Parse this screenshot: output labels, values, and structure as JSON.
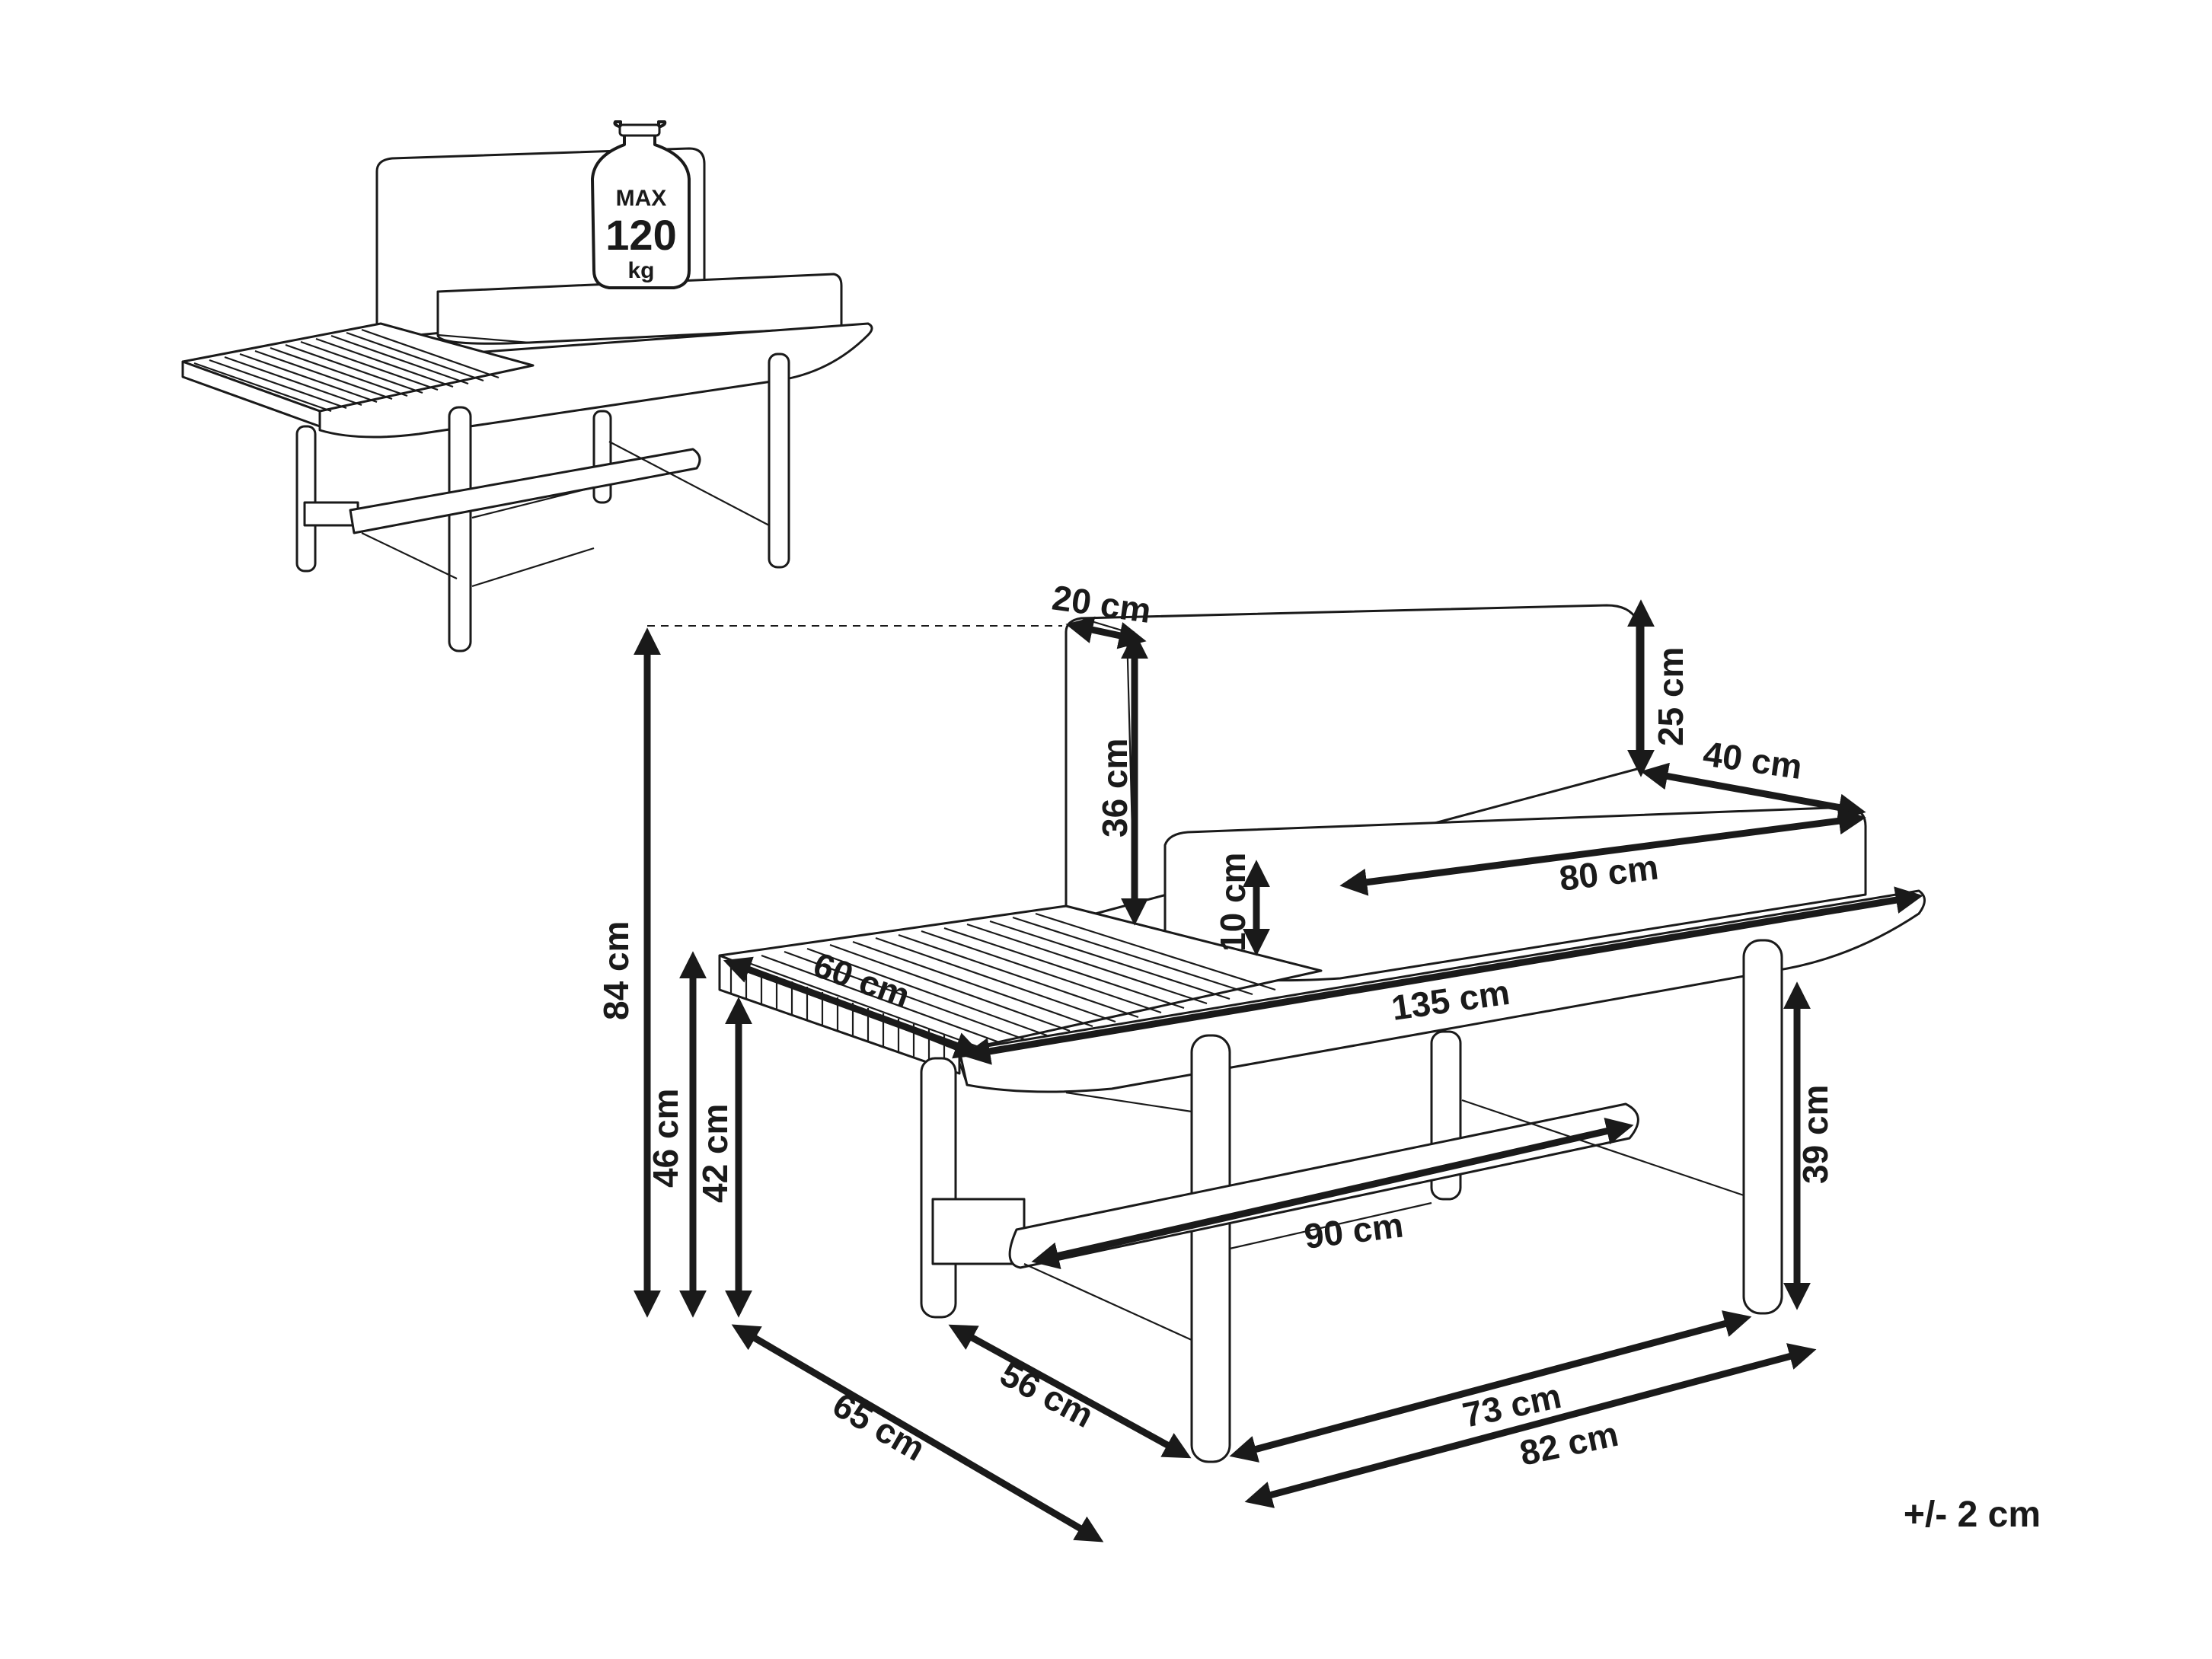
{
  "weight_badge": {
    "line1": "MAX",
    "line2": "120",
    "line3": "kg"
  },
  "dimensions": {
    "backrest_depth": "20 cm",
    "backrest_height_top": "25 cm",
    "backrest_height": "36 cm",
    "cushion_depth": "40 cm",
    "cushion_width": "80 cm",
    "cushion_thickness": "10 cm",
    "slat_depth": "60 cm",
    "total_width": "135 cm",
    "total_height": "84 cm",
    "seat_height": "46 cm",
    "slat_height": "42 cm",
    "leg_height": "39 cm",
    "stretcher_length": "90 cm",
    "depth_legs": "56 cm",
    "total_depth": "65 cm",
    "leg_span": "73 cm",
    "base_width": "82 cm"
  },
  "tolerance": "+/- 2 cm",
  "icons": [
    "weight-icon"
  ]
}
